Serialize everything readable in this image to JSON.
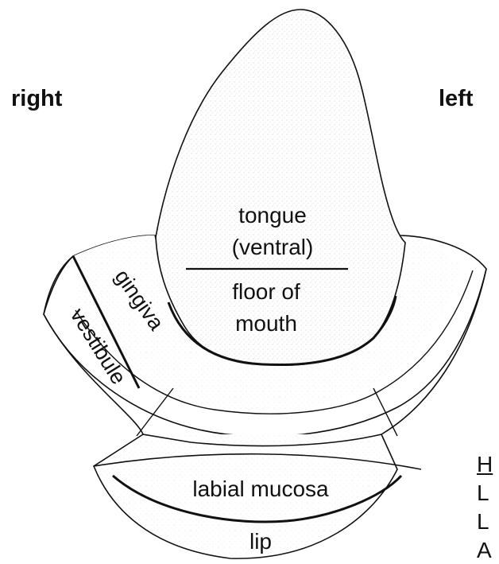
{
  "orientation": {
    "right": "right",
    "left": "left"
  },
  "regions": {
    "tongue_line1": "tongue",
    "tongue_line2": "(ventral)",
    "floor_line1": "floor of",
    "floor_line2": "mouth",
    "gingiva": "gingiva",
    "vestibule": "vestibule",
    "labial_mucosa": "labial mucosa",
    "lip": "lip"
  },
  "cut_off_text": [
    "H",
    "L",
    "L",
    "A"
  ]
}
